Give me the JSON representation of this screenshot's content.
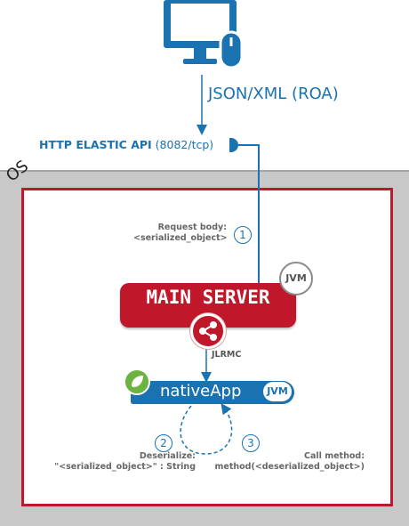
{
  "client": {
    "icon": "desktop-computer-icon"
  },
  "protocol": {
    "label": "JSON/XML (ROA)"
  },
  "api": {
    "name": "HTTP ELASTIC API",
    "port": "(8082/tcp)"
  },
  "os": {
    "label": "OS"
  },
  "steps": {
    "one": {
      "number": "1",
      "line1": "Request body:",
      "line2": "<serialized_object>"
    },
    "two": {
      "number": "2",
      "line1": "Deserialize:",
      "line2": "\"<serialized_object>\" : String"
    },
    "three": {
      "number": "3",
      "line1": "Call method:",
      "line2": "method(<deserialized_object>)"
    }
  },
  "main_server": {
    "label": "MAIN SERVER",
    "badge": "JVM"
  },
  "link": {
    "label": "JLRMC",
    "icon": "share-icon"
  },
  "native_app": {
    "label": "nativeApp",
    "badge": "JVM",
    "icon": "spring-leaf-icon"
  },
  "colors": {
    "blue": "#1a73b0",
    "red": "#c0182a",
    "gray": "#c8c8c8",
    "green": "#6db33f"
  }
}
